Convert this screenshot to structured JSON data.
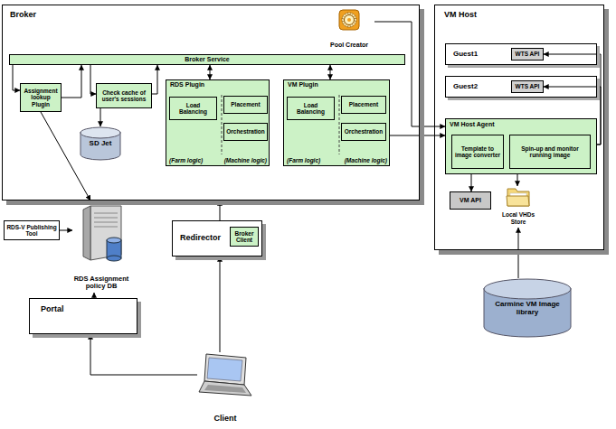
{
  "diagram": {
    "nodes": [
      {
        "text": [
          "Broker"
        ]
      },
      {
        "text": [
          "Pool Creator"
        ],
        "in": 0
      },
      {
        "text": [
          "Broker Service"
        ],
        "in": 0
      },
      {
        "text": [
          "Assignment lookup Plugin"
        ],
        "in": 0
      },
      {
        "text": [
          "Check cache of user's sessions"
        ],
        "in": 0
      },
      {
        "text": [
          "SD Jet"
        ],
        "in": 0
      },
      {
        "text": [
          "RDS Plugin",
          "(Farm logic)",
          "(Machine logic)"
        ],
        "in": 0
      },
      {
        "text": [
          "Load Balancing"
        ],
        "in": 6
      },
      {
        "text": [
          "Placement"
        ],
        "in": 6
      },
      {
        "text": [
          "Orchestration"
        ],
        "in": 6
      },
      {
        "text": [
          "VM Plugin",
          "(Farm logic)",
          "(Machine logic)"
        ],
        "in": 0
      },
      {
        "text": [
          "Load Balancing"
        ],
        "in": 10
      },
      {
        "text": [
          "Placement"
        ],
        "in": 10
      },
      {
        "text": [
          "Orchestration"
        ],
        "in": 10
      },
      {
        "text": [
          "VM Host"
        ]
      },
      {
        "text": [
          "Guest1"
        ],
        "in": 14
      },
      {
        "text": [
          "WTS API"
        ],
        "in": 15
      },
      {
        "text": [
          "Guest2"
        ],
        "in": 14
      },
      {
        "text": [
          "WTS API"
        ],
        "in": 17
      },
      {
        "text": [
          "VM Host Agent"
        ],
        "in": 14
      },
      {
        "text": [
          "Template to image converter"
        ],
        "in": 19
      },
      {
        "text": [
          "Spin-up and monitor running image"
        ],
        "in": 19
      },
      {
        "text": [
          "VM API"
        ],
        "in": 14
      },
      {
        "text": [
          "Local VHDs Store"
        ],
        "in": 14
      },
      {
        "text": [
          "RDS-V Publishing Tool"
        ]
      },
      {
        "text": [
          "RDS Assignment policy DB"
        ]
      },
      {
        "text": [
          "Redirector"
        ]
      },
      {
        "text": [
          "Broker Client"
        ],
        "in": 26
      },
      {
        "text": [
          "Portal"
        ]
      },
      {
        "text": [
          "Carmine VM Image library"
        ]
      },
      {
        "text": [
          "Client"
        ]
      }
    ],
    "edges": [
      {
        "from": 2,
        "to": 3,
        "arrow": "to"
      },
      {
        "from": 3,
        "to": 2,
        "arrow": "to"
      },
      {
        "from": 2,
        "to": 4,
        "arrow": "to"
      },
      {
        "from": 4,
        "to": 2,
        "arrow": "to"
      },
      {
        "from": 4,
        "to": 5,
        "arrow": "to"
      },
      {
        "from": 2,
        "to": 6,
        "arrow": "both"
      },
      {
        "from": 2,
        "to": 10,
        "arrow": "both"
      },
      {
        "from": 1,
        "to": 19,
        "arrow": "to"
      },
      {
        "from": 13,
        "to": 19,
        "arrow": "to"
      },
      {
        "from": 19,
        "to": 16,
        "arrow": "to"
      },
      {
        "from": 19,
        "to": 18,
        "arrow": "to"
      },
      {
        "from": 20,
        "to": 22,
        "arrow": "to"
      },
      {
        "from": 21,
        "to": 23,
        "arrow": "to"
      },
      {
        "from": 29,
        "to": 23,
        "arrow": "to"
      },
      {
        "from": 3,
        "to": 25,
        "arrow": "to"
      },
      {
        "from": 24,
        "to": 25,
        "arrow": "to"
      },
      {
        "from": 28,
        "to": 25,
        "arrow": "to"
      },
      {
        "from": 30,
        "to": 28,
        "arrow": "to"
      },
      {
        "from": 30,
        "to": 26,
        "arrow": "to"
      },
      {
        "from": 26,
        "to": 0,
        "arrow": "to"
      }
    ]
  }
}
